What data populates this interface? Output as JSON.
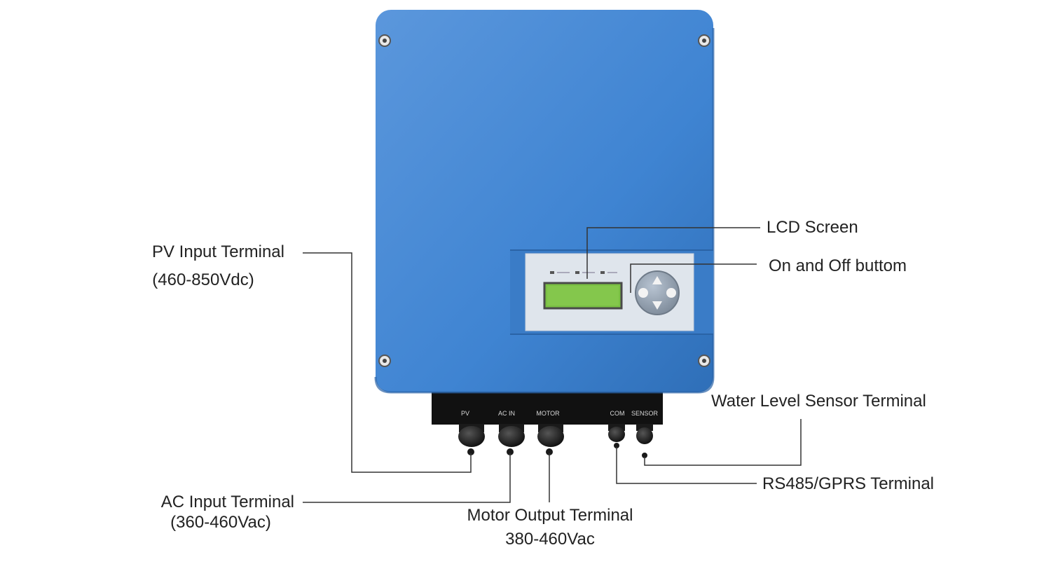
{
  "device": {
    "body_color": "#3f84d2",
    "body_dark": "#2f6fb8",
    "box_color": "#111111",
    "panel_color": "#dfe5ec",
    "lcd_color": "#7ac043",
    "port_labels": [
      "PV",
      "AC IN",
      "MOTOR",
      "COM",
      "SENSOR"
    ]
  },
  "callouts": {
    "pv": {
      "title": "PV Input Terminal",
      "range": "(460-850Vdc)"
    },
    "ac": {
      "title": "AC Input Terminal",
      "range": "(360-460Vac)"
    },
    "motor": {
      "title": "Motor Output Terminal",
      "range": "380-460Vac"
    },
    "lcd": {
      "title": "LCD Screen"
    },
    "onoff": {
      "title": "On and Off buttom"
    },
    "sensor": {
      "title": "Water Level Sensor Terminal"
    },
    "rs485": {
      "title": "RS485/GPRS Terminal"
    }
  },
  "leader_color": "#333333"
}
